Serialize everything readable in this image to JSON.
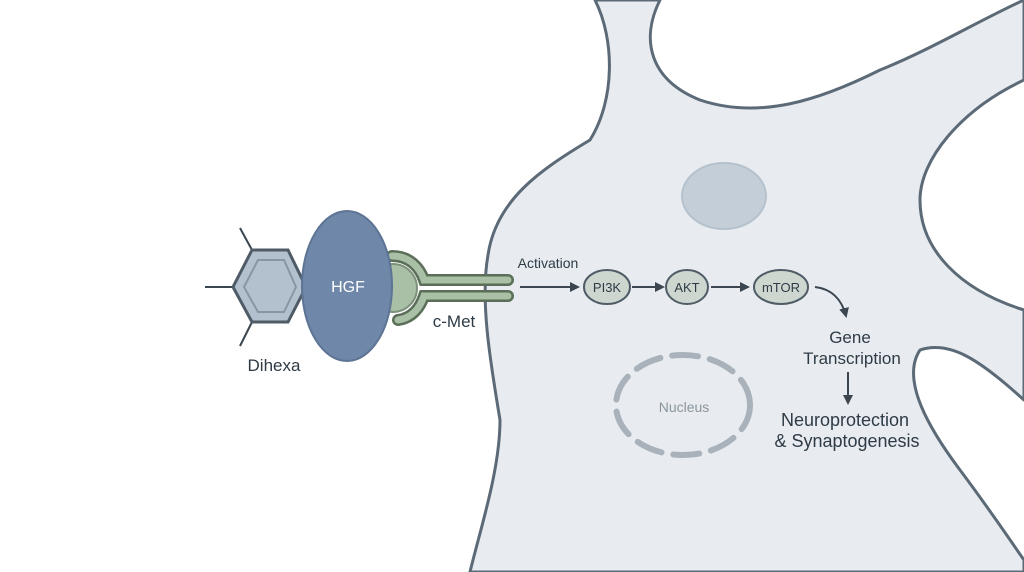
{
  "ligand": {
    "dihexa_label": "Dihexa",
    "hgf_label": "HGF"
  },
  "receptor": {
    "label": "c-Met"
  },
  "pathway": {
    "activation_label": "Activation",
    "nodes": [
      "PI3K",
      "AKT",
      "mTOR"
    ]
  },
  "outcome": {
    "gene_line1": "Gene",
    "gene_line2": "Transcription",
    "result_line1": "Neuroprotection",
    "result_line2": "& Synaptogenesis"
  },
  "cell": {
    "nucleus_label": "Nucleus"
  },
  "colors": {
    "cell_fill": "#e8ecf0",
    "cell_stroke": "#5c6a78",
    "hgf_fill": "#6f87a8",
    "receptor_fill": "#a9bfa6",
    "node_fill": "#cdd7cf",
    "molecule_fill": "#b3c1cf",
    "arrow": "#3b4651"
  }
}
